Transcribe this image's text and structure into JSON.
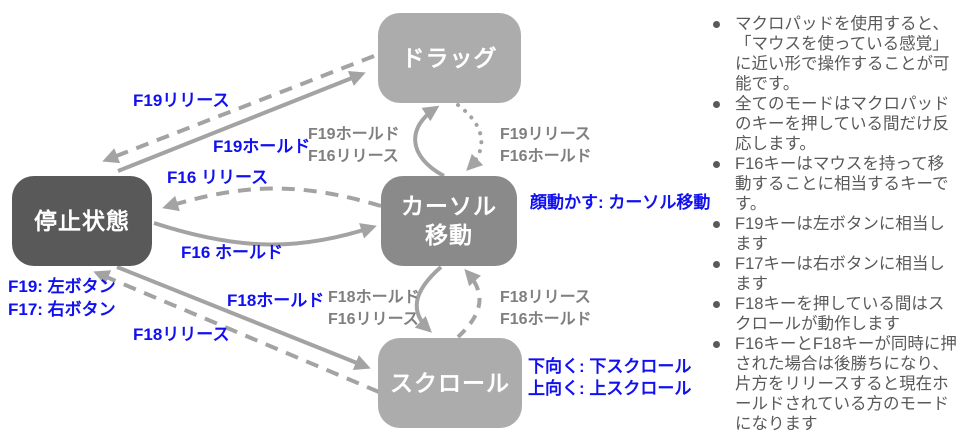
{
  "colors": {
    "accent_blue": "#1010F0",
    "state_dark": "#595959",
    "state_medium": "#8A8A8A",
    "state_light": "#ACACAC",
    "arrow_gray": "#A3A3A3",
    "edge_label_gray": "#7F7F7F",
    "notes_text_gray": "#595959"
  },
  "states": {
    "drag": "ドラッグ",
    "stop": "停止状態",
    "cursor_line1": "カーソル",
    "cursor_line2": "移動",
    "scroll": "スクロール"
  },
  "blue_labels": {
    "f19_release": "F19リリース",
    "f19_hold": "F19ホールド",
    "f16_release": "F16 リリース",
    "f16_hold": "F16 ホールド",
    "f18_hold": "F18ホールド",
    "f18_release": "F18リリース",
    "legend_line1": "F19: 左ボタン",
    "legend_line2": "F17: 右ボタン",
    "cursor_note": "顔動かす: カーソル移動",
    "scroll_note_line1": "下向く: 下スクロール",
    "scroll_note_line2": "上向く: 上スクロール"
  },
  "gray_labels": {
    "to_drag_line1": "F19ホールド",
    "to_drag_line2": "F16リリース",
    "from_drag_line1": "F19リリース",
    "from_drag_line2": "F16ホールド",
    "to_scroll_line1": "F18ホールド",
    "to_scroll_line2": "F16リリース",
    "from_scroll_line1": "F18リリース",
    "from_scroll_line2": "F16ホールド"
  },
  "bullets": [
    "マクロパッドを使用すると、「マウスを使っている感覚」に近い形で操作することが可能です。",
    "全てのモードはマクロパッドのキーを押している間だけ反応します。",
    "F16キーはマウスを持って移動することに相当するキーです。",
    "F19キーは左ボタンに相当します",
    "F17キーは右ボタンに相当します",
    "F18キーを押している間はスクロールが動作します",
    "F16キーとF18キーが同時に押された場合は後勝ちになり、片方をリリースすると現在ホールドされている方のモードになります"
  ]
}
